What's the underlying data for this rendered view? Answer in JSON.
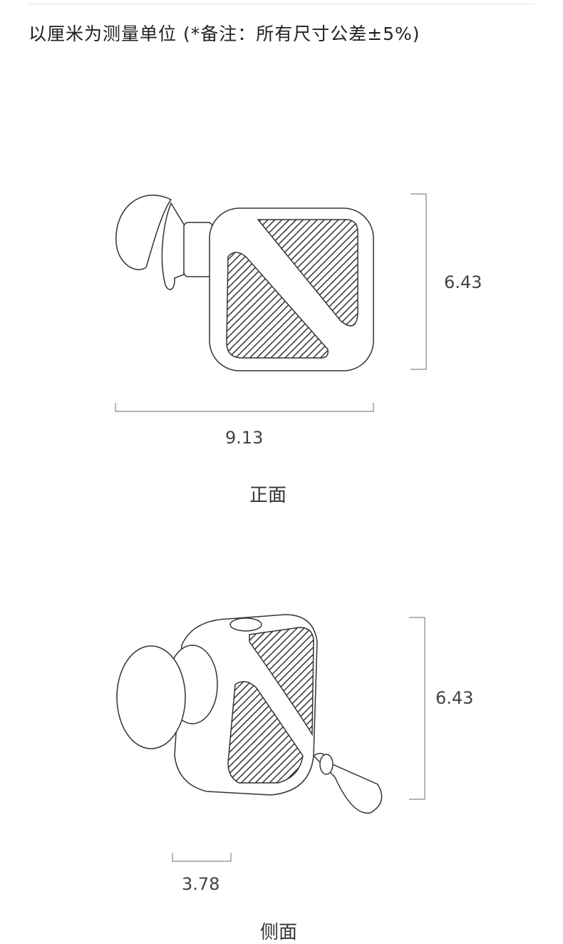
{
  "header": {
    "note": "以厘米为测量单位 (*备注：所有尺寸公差±5%)"
  },
  "front_view": {
    "height": "6.43",
    "width": "9.13",
    "caption": "正面"
  },
  "side_view": {
    "height": "6.43",
    "depth": "3.78",
    "caption": "侧面"
  }
}
